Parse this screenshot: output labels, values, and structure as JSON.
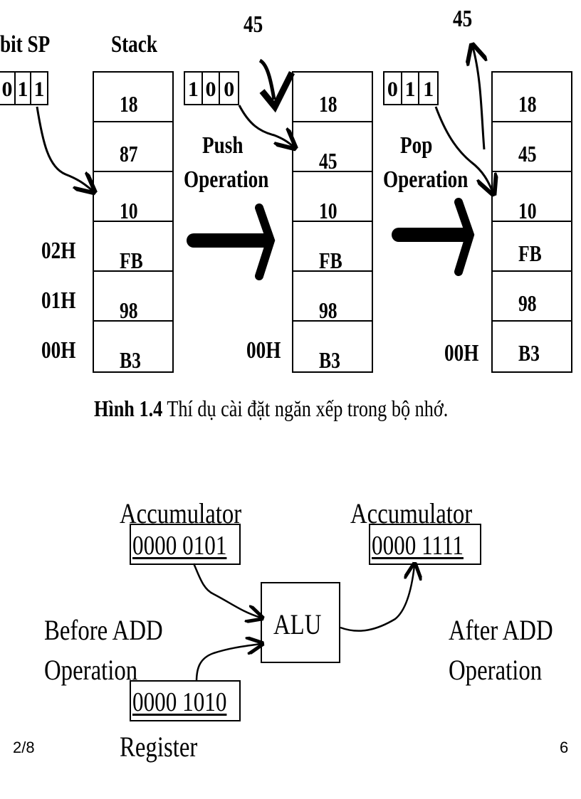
{
  "top_figure": {
    "sp_label": "bit SP",
    "stack_label": "Stack",
    "sp_bits_1": [
      "0",
      "1",
      "1"
    ],
    "sp_bits_2": [
      "1",
      "0",
      "0"
    ],
    "sp_bits_3": [
      "0",
      "1",
      "1"
    ],
    "stack1": [
      "18",
      "87",
      "10",
      "FB",
      "98",
      "B3"
    ],
    "stack2": [
      "18",
      "45",
      "10",
      "FB",
      "98",
      "B3"
    ],
    "stack3": [
      "18",
      "45",
      "10",
      "FB",
      "98",
      "B3"
    ],
    "addresses": [
      "02H",
      "01H",
      "00H"
    ],
    "addr_00_2": "00H",
    "addr_00_3": "00H",
    "push_value": "45",
    "pop_value": "45",
    "push_label_1": "Push",
    "push_label_2": "Operation",
    "pop_label_1": "Pop",
    "pop_label_2": "Operation",
    "caption_bold": "Hình 1.4",
    "caption_text": " Thí dụ cài đặt ngăn xếp trong bộ nhớ."
  },
  "bottom_figure": {
    "acc_label_left": "Accumulator",
    "acc_value_left": "0000 0101",
    "acc_label_right": "Accumulator",
    "acc_value_right": "0000 1111",
    "alu_label": "ALU",
    "before_1": "Before ADD",
    "before_2": "Operation",
    "after_1": "After ADD",
    "after_2": "Operation",
    "register_value": "0000 1010",
    "register_label": "Register"
  },
  "footer": {
    "left": "2/8",
    "right": "6"
  }
}
